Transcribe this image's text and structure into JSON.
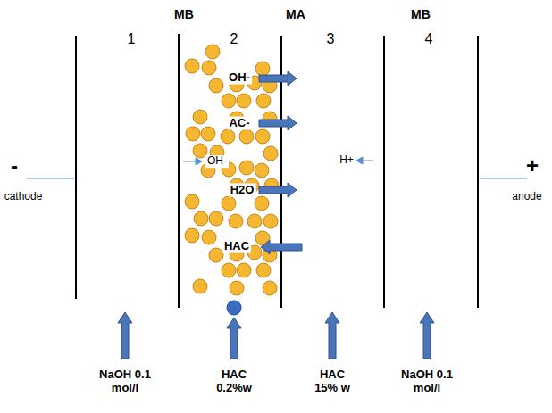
{
  "diagram": {
    "labels": [
      "MB",
      "MA",
      "MB",
      "1",
      "2",
      "3",
      "4",
      "-",
      "cathode",
      "+",
      "anode",
      "OH-",
      "AC-",
      "OH-",
      "H2O",
      "HAC",
      "H+",
      "NaOH 0.1 mol/l",
      "HAC 0.2%w",
      "HAC 15% w",
      "NaOH 0.1 mol/l"
    ]
  }
}
